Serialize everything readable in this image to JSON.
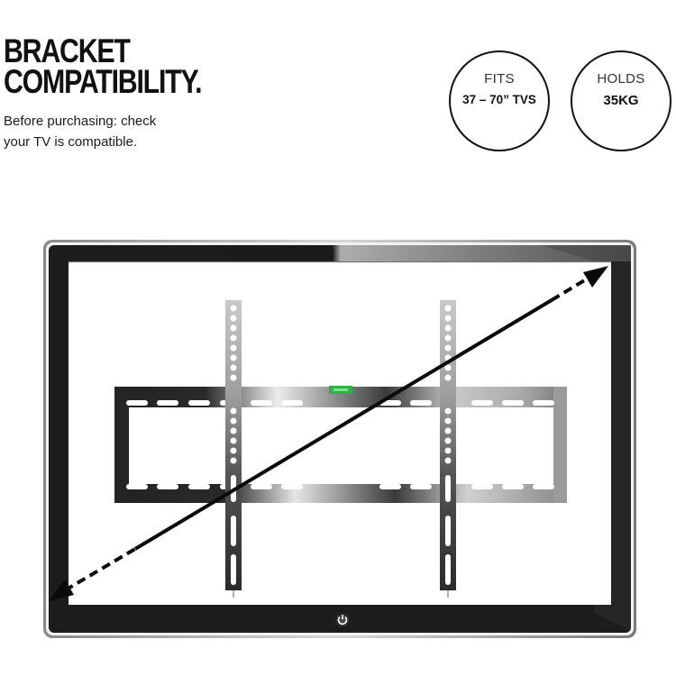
{
  "header": {
    "title_line1": "BRACKET",
    "title_line2": "COMPATIBILITY.",
    "subtitle_line1": "Before purchasing: check",
    "subtitle_line2": "your TV is compatible."
  },
  "badges": [
    {
      "label": "FITS",
      "value": "37 – 70” TVS"
    },
    {
      "label": "HOLDS",
      "value": "35KG"
    }
  ],
  "illustration": {
    "subject": "tv-screen-with-wall-bracket",
    "diagonal_arrow": "bidirectional",
    "power_icon": "power-icon",
    "level_color": "#2db34a",
    "bezel_color": "#1c1c1c",
    "bracket_color": "#2a2a2a"
  }
}
